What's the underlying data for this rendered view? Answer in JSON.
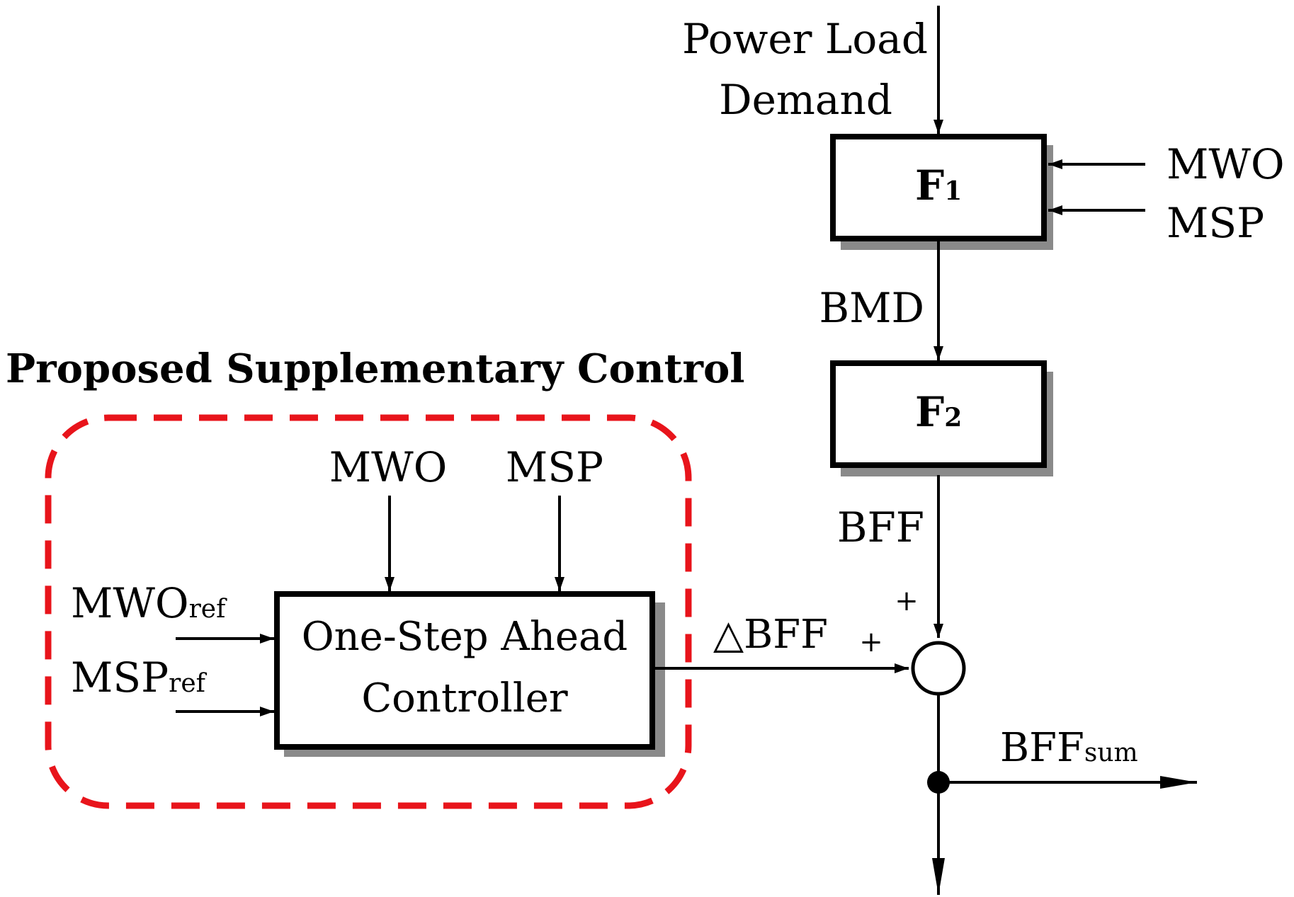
{
  "title": "Proposed Supplementary Control",
  "blocks": {
    "f1": {
      "main": "F",
      "sub": "1"
    },
    "f2": {
      "main": "F",
      "sub": "2"
    },
    "controller": {
      "line1": "One-Step Ahead",
      "line2": "Controller"
    }
  },
  "signals": {
    "power_load_line1": "Power Load",
    "power_load_line2": "Demand",
    "mwo_f1": "MWO",
    "msp_f1": "MSP",
    "bmd": "BMD",
    "bff": "BFF",
    "delta_bff": "△BFF",
    "mwo_ctrl": "MWO",
    "msp_ctrl": "MSP",
    "mwo_ref_main": "MWO",
    "mwo_ref_sub": "ref",
    "msp_ref_main": "MSP",
    "msp_ref_sub": "ref",
    "bff_sum_main": "BFF",
    "bff_sum_sub": "sum"
  },
  "summing_junction": {
    "sign_top": "+",
    "sign_left": "+"
  },
  "colors": {
    "dashed_region": "#e8141b",
    "line": "#000000",
    "shadow": "#8a8a8a"
  }
}
